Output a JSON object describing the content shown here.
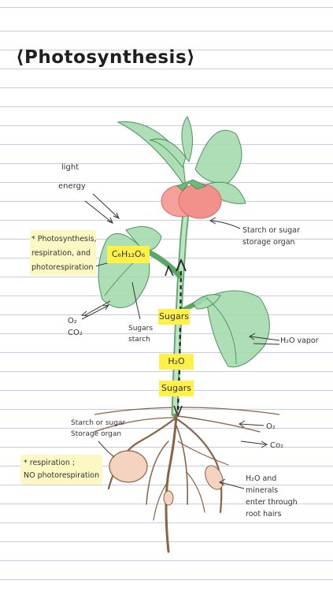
{
  "title": "⟨Photosynthesis⟩",
  "labels": {
    "light": "light",
    "energy": "energy",
    "note_leaf": "* Photosynthesis,\nrespiration, and\nphotorespiration",
    "formula": "C₆H₁₂O₆",
    "o2_co2_leaf": "O₂\nCO₂",
    "sugars_starch": "Sugars\nstarch",
    "sugars_top": "Sugars",
    "h2o": "H₂O",
    "sugars_bottom": "Sugars",
    "fruit_storage": "Starch or sugar\nstorage organ",
    "h2o_vapor": "H₂O vapor",
    "root_storage": "Starch or sugar\nStorage organ",
    "o2_root": "O₂",
    "co2_root": "Co₂",
    "note_root": "* respiration ;\nNO photorespiration",
    "water_minerals": "H₂O and\nminerals\nenter through\nroot hairs"
  },
  "colors": {
    "leaf": "#9fd8a8",
    "leaf_outline": "#3c8a4c",
    "fruit": "#f2918c",
    "root": "#8b6242",
    "highlight": "#fff04a",
    "rule_line": "#c9cce6"
  }
}
